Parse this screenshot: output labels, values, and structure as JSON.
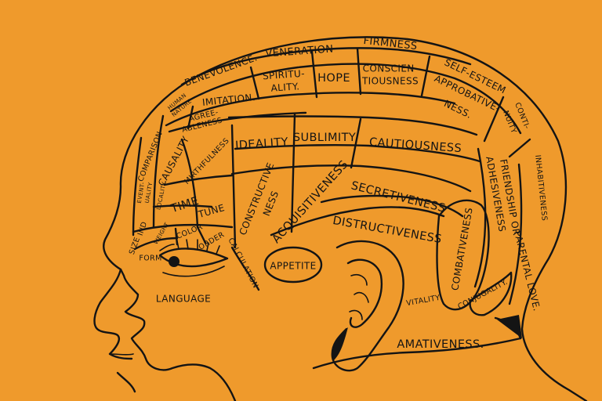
{
  "colors": {
    "background": "#ef9a2c",
    "ink": "#141414"
  },
  "labels": {
    "firmness": "FIRMNESS",
    "veneration": "VENERATION",
    "benevolence": "BENEVOLENCE.",
    "self_esteem": "SELF-ESTEEM",
    "spirituality_1": "SPIRITU-",
    "spirituality_2": "ALITY.",
    "hope": "HOPE",
    "conscientiousness_1": "CONSCIEN-",
    "conscientiousness_2": "TIOUSNESS",
    "approbativeness_1": "APPROBATIVE-",
    "approbativeness_2": "NESS.",
    "continuity_1": "CONTI-",
    "continuity_2": "NUITY",
    "imitation": "IMITATION.",
    "human_nature_1": "HUMAN",
    "human_nature_2": "NATURE",
    "agreeableness_1": "AGREE-",
    "agreeableness_2": "ABLENESS",
    "comparison": "COMPARISON",
    "causality": "CAUSALITY",
    "mirthfulness": "MIRTHFULNESS",
    "ideality": "IDEALITY",
    "sublimity": "SUBLIMITY",
    "cautiousness": "CAUTIOUSNESS",
    "friendship_1": "FRIENDSHIP OR",
    "friendship_2": "ADHESIVENESS",
    "inhabitiveness": "INHABITIVENESS",
    "eventuality_1": "EVENT-",
    "eventuality_2": "UALITY",
    "locality": "LOCALITY",
    "time": "TIME",
    "tune": "TUNE",
    "constructiveness_1": "CONSTRUCTIVE",
    "constructiveness_2": "NESS",
    "acquisitiveness": "ACQUISITIVENESS",
    "secretiveness": "SECRETIVENESS",
    "individuality": "IND",
    "size": "SIZE",
    "weight": "WEIGHT",
    "color": "COLOR",
    "order": "ORDER",
    "calculation": "CALCULATION",
    "destructiveness": "DISTRUCTIVENESS",
    "combativeness": "COMBATIVENESS",
    "parental_love": "PARENTAL LOVE.",
    "form": "FORM",
    "appetite": "APPETITE",
    "vitality": "VITALITY",
    "conjugality": "CONJUGALITY.",
    "language": "LANGUAGE",
    "amativeness": "AMATIVENESS."
  }
}
